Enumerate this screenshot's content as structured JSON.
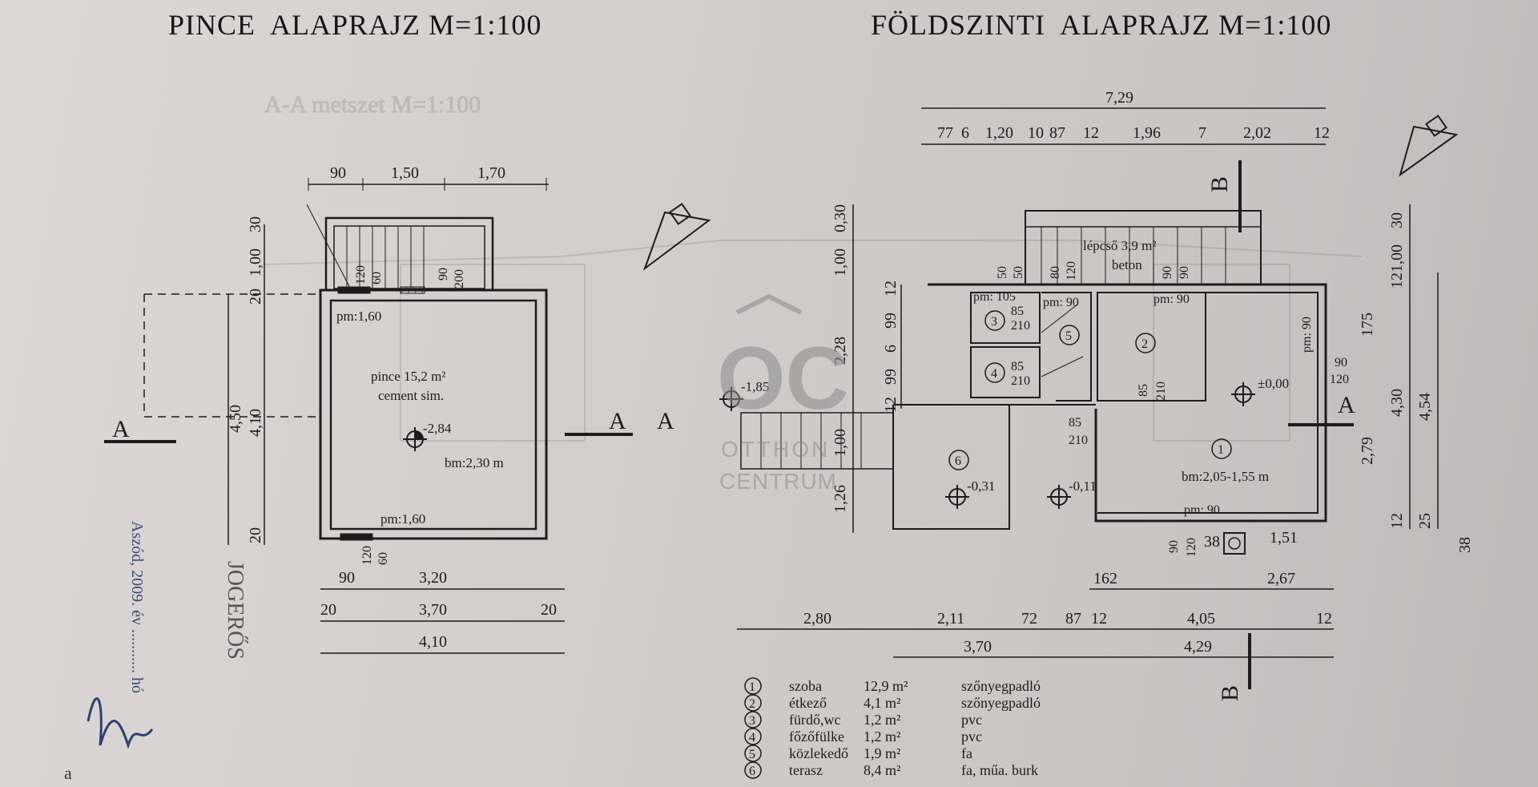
{
  "titles": {
    "basement": "PINCE  ALAPRAJZ M=1:100",
    "ground": "FÖLDSZINTI  ALAPRAJZ M=1:100",
    "faded_section": "A-A metszet M=1:100"
  },
  "basement": {
    "dims_top": [
      "90",
      "1,50",
      "1,70"
    ],
    "dims_bottom1": [
      "90",
      "3,20"
    ],
    "dims_bottom2": [
      "20",
      "3,70",
      "20"
    ],
    "dims_bottom3": "4,10",
    "dims_left_outer": "4,50",
    "dims_left_inner": [
      "30",
      "1,00",
      "20",
      "4,10",
      "20"
    ],
    "stair_marks": [
      "120",
      "60",
      "90",
      "200"
    ],
    "window_bottom": [
      "120",
      "60"
    ],
    "room_name": "pince 15,2 m²",
    "room_finish": "cement sim.",
    "level": "-2,84",
    "height": "bm:2,30 m",
    "pm_top": "pm:1,60",
    "pm_bottom": "pm:1,60",
    "section_letter": "A"
  },
  "ground": {
    "dim_total": "7,29",
    "dims_top": [
      "77",
      "6",
      "1,20",
      "10",
      "87",
      "12",
      "1,96",
      "7",
      "2,02",
      "12"
    ],
    "dims_bottom_upper": [
      "162",
      "2,67"
    ],
    "dims_bottom_mid": [
      "2,80",
      "2,11",
      "72",
      "87",
      "12",
      "4,05",
      "12"
    ],
    "dims_bottom_low": [
      "3,70",
      "4,29"
    ],
    "dims_left": [
      "1,00",
      "0,30",
      "2,28",
      "1,00",
      "1,26"
    ],
    "dims_left_inner": [
      "12",
      "99",
      "6",
      "99",
      "12"
    ],
    "dims_right": [
      "30",
      "1,00",
      "12",
      "175",
      "4,30",
      "2,79",
      "4,54",
      "12",
      "25",
      "38"
    ],
    "stair_label": "lépcső  3,9 m²",
    "stair_finish": "beton",
    "stair_marks": [
      "50",
      "50",
      "80",
      "120",
      "90",
      "90"
    ],
    "door_marks": [
      "85",
      "210"
    ],
    "pm_labels": [
      "pm: 105",
      "pm: 90",
      "pm: 90",
      "pm: 90",
      "pm: 90"
    ],
    "room1_height": "bm:2,05-1,55 m",
    "levels": [
      "±0,00",
      "-1,85",
      "-0,31",
      "-0,11"
    ],
    "window_right": [
      "90",
      "120"
    ],
    "bottom_marks": [
      "90",
      "120",
      "38",
      "1,51"
    ],
    "room_numbers": [
      "1",
      "2",
      "3",
      "4",
      "5",
      "6"
    ],
    "section_letters": [
      "A",
      "A",
      "B",
      "B"
    ]
  },
  "legend": [
    {
      "num": "1",
      "name": "szoba",
      "area": "12,9 m²",
      "finish": "szőnyegpadló"
    },
    {
      "num": "2",
      "name": "étkező",
      "area": "4,1 m²",
      "finish": "szőnyegpadló"
    },
    {
      "num": "3",
      "name": "fürdő,wc",
      "area": "1,2 m²",
      "finish": "pvc"
    },
    {
      "num": "4",
      "name": "főzőfülke",
      "area": "1,2 m²",
      "finish": "pvc"
    },
    {
      "num": "5",
      "name": "közlekedő",
      "area": "1,9 m²",
      "finish": "fa"
    },
    {
      "num": "6",
      "name": "terasz",
      "area": "8,4 m²",
      "finish": "fa, műa. burk"
    }
  ],
  "stamp": {
    "vertical": "JOGERŐS",
    "date": "Aszód, 2009. év ........... hó",
    "fragment": "a"
  },
  "watermark": {
    "logo": "OC",
    "line1": "OTTHON",
    "line2": "CENTRUM"
  },
  "colors": {
    "ink": "#1c1c1c",
    "paper": "#d6d2d1",
    "watermark": "#8a8a8a"
  }
}
